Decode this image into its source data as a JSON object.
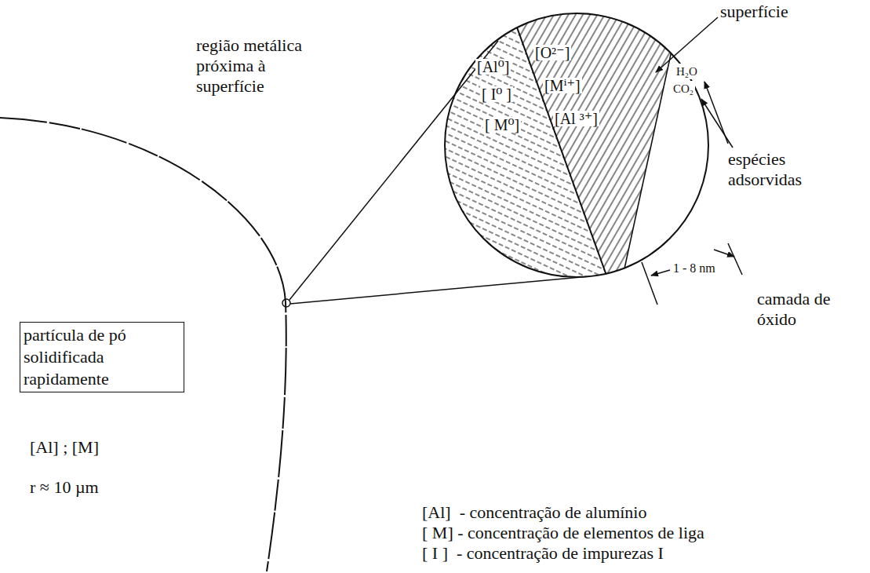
{
  "diagram": {
    "nodes": [
      {
        "text": [
          "[Al⁰]",
          "[ I⁰ ]",
          "[ M⁰]",
          "[O²⁻]",
          "[Mⁱ⁺]",
          "[Al ³⁺]",
          "H₂O",
          "CO₂"
        ]
      },
      {
        "text": [
          "partícula de pó solidificada rapidamente"
        ]
      }
    ],
    "labels": [
      "região metálica próxima à superfície",
      "superfície",
      "espécies adsorvidas",
      "1 - 8 nm",
      "camada de óxido",
      "[Al] ; [M]",
      "r ≈ 10 µm",
      "[Al]  - concentração de alumínio",
      "[ M] - concentração de elementos de liga",
      "[ I ]  - concentração de impurezas I"
    ]
  }
}
